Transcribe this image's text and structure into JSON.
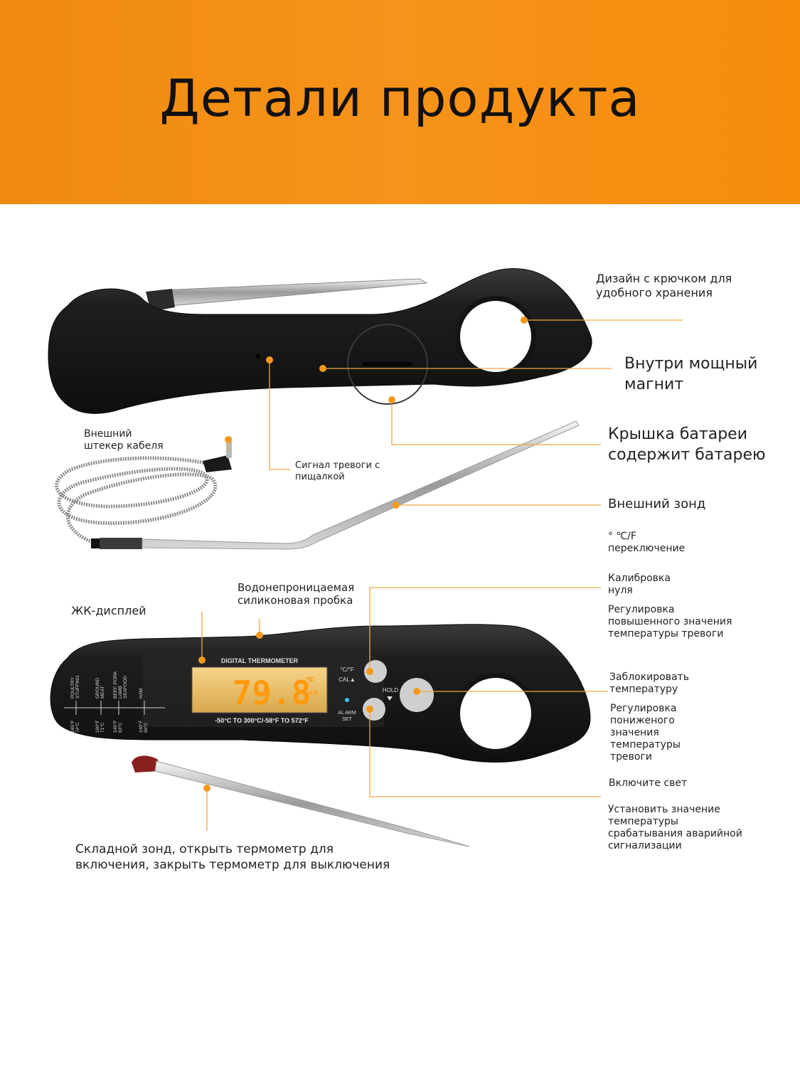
{
  "banner": {
    "title": "Детали продукта"
  },
  "labels": {
    "hook": [
      "Дизайн с крючком для",
      "удобного хранения"
    ],
    "magnet": [
      "Внутри мощный",
      "магнит"
    ],
    "battery": [
      "Крышка батареи",
      "содержит батарею"
    ],
    "plug": [
      "Внешний",
      "штекер кабеля"
    ],
    "alarm": [
      "Сигнал тревоги с",
      "пищалкой"
    ],
    "probe": [
      "Внешний зонд"
    ],
    "cf": [
      "° ℃/F",
      "переключение"
    ],
    "cal": [
      "Калибровка",
      "нуля"
    ],
    "up": [
      "Регулировка",
      "повышенного значения",
      "температуры тревоги"
    ],
    "lock": [
      "Заблокировать",
      "температуру"
    ],
    "down": [
      "Регулировка",
      "пониженого",
      "значения",
      "температуры",
      "тревоги"
    ],
    "light": [
      "Включите свет"
    ],
    "set": [
      "Установить значение",
      "температуры",
      "срабатывания аварийной",
      "сигнализации"
    ],
    "waterproof": [
      "Водонепроницаемая",
      "силиконовая пробка"
    ],
    "lcd": [
      "ЖК-дисплей"
    ],
    "folding": [
      "Складной зонд, открыть термометр для",
      "включения, закрыть термометр для выключения"
    ]
  },
  "device": {
    "brand_text": "DIGITAL THERMOMETER",
    "reading": "79.8",
    "unit": "°F",
    "hold_indicator": "HOLD",
    "range_text": "-50°C TO 300°C/-58°F TO 572°F",
    "btn_cf": "°C/°F",
    "btn_cal": "CAL▲",
    "btn_hold": "HOLD",
    "btn_alarm_1": "AL ARM",
    "btn_alarm_2": "SET",
    "food_guide": [
      {
        "food": [
          "POULTRY",
          "STUFFING"
        ],
        "temp": [
          "165°F",
          "74°C"
        ]
      },
      {
        "food": [
          "GROUND",
          "MEAT"
        ],
        "temp": [
          "160°F",
          "71°C"
        ]
      },
      {
        "food": [
          "BEEF, PORK",
          "LAMB",
          "SEAFOOD"
        ],
        "temp": [
          "145°F",
          "63°C"
        ]
      },
      {
        "food": [
          "HAM"
        ],
        "temp": [
          "140°F",
          "60°C"
        ]
      }
    ]
  },
  "colors": {
    "banner": "#f7931a",
    "accent": "#f39a1e",
    "body": "#1b1b1b",
    "lcd": "#ffb020"
  }
}
